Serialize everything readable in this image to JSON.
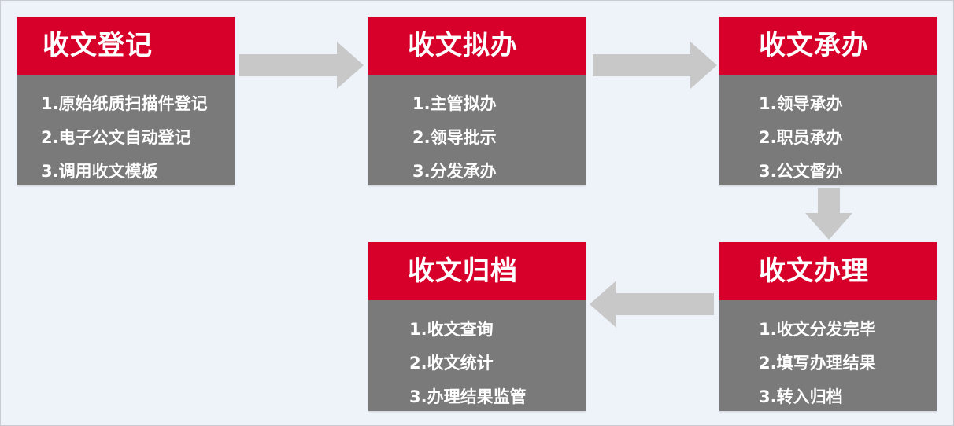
{
  "colors": {
    "background": "#eef3fa",
    "header": "#d7002a",
    "body": "#7a7a7a",
    "arrow": "#c8c8c8",
    "text": "#ffffff"
  },
  "steps": [
    {
      "title": "收文登记",
      "items": [
        "1.原始纸质扫描件登记",
        "2.电子公文自动登记",
        "3.调用收文模板"
      ]
    },
    {
      "title": "收文拟办",
      "items": [
        "1.主管拟办",
        "2.领导批示",
        "3.分发承办"
      ]
    },
    {
      "title": "收文承办",
      "items": [
        "1.领导承办",
        "2.职员承办",
        "3.公文督办"
      ]
    },
    {
      "title": "收文办理",
      "items": [
        "1.收文分发完毕",
        "2.填写办理结果",
        "3.转入归档"
      ]
    },
    {
      "title": "收文归档",
      "items": [
        "1.收文查询",
        "2.收文统计",
        "3.办理结果监管"
      ]
    }
  ],
  "connectors": [
    {
      "from": "收文登记",
      "to": "收文拟办",
      "direction": "right"
    },
    {
      "from": "收文拟办",
      "to": "收文承办",
      "direction": "right"
    },
    {
      "from": "收文承办",
      "to": "收文办理",
      "direction": "down"
    },
    {
      "from": "收文办理",
      "to": "收文归档",
      "direction": "left"
    }
  ]
}
